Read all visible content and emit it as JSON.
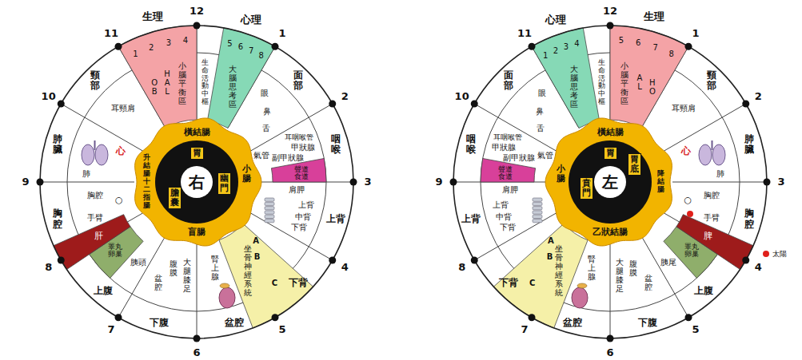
{
  "diagram": {
    "nodes": [
      {
        "text": [
          "橫結腸",
          "小腸",
          "盲腸",
          "升結腸十二指腸"
        ]
      },
      {
        "text": [
          "右"
        ],
        "in": 0
      },
      {
        "text": [
          "胃"
        ],
        "in": 0
      },
      {
        "text": [
          "幽門"
        ],
        "in": 0
      },
      {
        "text": [
          "膽囊"
        ],
        "in": 0
      },
      {
        "text": [
          "耳頸肩"
        ]
      },
      {
        "text": [
          "小腦平衡區"
        ]
      },
      {
        "text": [
          "生命活動中樞"
        ]
      },
      {
        "text": [
          "大腦思考區"
        ]
      },
      {
        "text": [
          "眼"
        ]
      },
      {
        "text": [
          "鼻"
        ]
      },
      {
        "text": [
          "舌"
        ]
      },
      {
        "text": [
          "耳咽喉管"
        ]
      },
      {
        "text": [
          "氣管"
        ]
      },
      {
        "text": [
          "副甲狀腺"
        ]
      },
      {
        "text": [
          "甲狀腺"
        ]
      },
      {
        "text": [
          "聲道 食道"
        ]
      },
      {
        "text": [
          "肩胛"
        ]
      },
      {
        "text": [
          "上背"
        ]
      },
      {
        "text": [
          "中背"
        ]
      },
      {
        "text": [
          "下背"
        ]
      },
      {
        "text": [
          "坐骨神經系統"
        ]
      },
      {
        "text": [
          "腎上腺"
        ]
      },
      {
        "text": [
          "大腿膝足"
        ]
      },
      {
        "text": [
          "腹膜"
        ]
      },
      {
        "text": [
          "盆腔"
        ]
      },
      {
        "text": [
          "胰頭"
        ]
      },
      {
        "text": [
          "睪丸 卵巢"
        ]
      },
      {
        "text": [
          "肝"
        ]
      },
      {
        "text": [
          "手臂"
        ]
      },
      {
        "text": [
          "胸腔"
        ]
      },
      {
        "text": [
          "肺"
        ]
      },
      {
        "text": [
          "橫結腸",
          "小腸",
          "乙狀結腸",
          "降結腸"
        ]
      },
      {
        "text": [
          "左"
        ],
        "in": 32
      },
      {
        "text": [
          "胃"
        ],
        "in": 32
      },
      {
        "text": [
          "胃底"
        ],
        "in": 32
      },
      {
        "text": [
          "賁門"
        ],
        "in": 32
      },
      {
        "text": [
          "耳頸肩"
        ]
      },
      {
        "text": [
          "小腦平衡區"
        ]
      },
      {
        "text": [
          "生命活動中樞"
        ]
      },
      {
        "text": [
          "大腦思考區"
        ]
      },
      {
        "text": [
          "眼"
        ]
      },
      {
        "text": [
          "鼻"
        ]
      },
      {
        "text": [
          "舌"
        ]
      },
      {
        "text": [
          "耳咽喉管"
        ]
      },
      {
        "text": [
          "氣管"
        ]
      },
      {
        "text": [
          "副甲狀腺"
        ]
      },
      {
        "text": [
          "甲狀腺"
        ]
      },
      {
        "text": [
          "聲道 食道"
        ]
      },
      {
        "text": [
          "肩胛"
        ]
      },
      {
        "text": [
          "上背"
        ]
      },
      {
        "text": [
          "中背"
        ]
      },
      {
        "text": [
          "下背"
        ]
      },
      {
        "text": [
          "坐骨神經系統"
        ]
      },
      {
        "text": [
          "腎上腺"
        ]
      },
      {
        "text": [
          "大腿膝足"
        ]
      },
      {
        "text": [
          "腹膜"
        ]
      },
      {
        "text": [
          "盆腔"
        ]
      },
      {
        "text": [
          "胰尾"
        ]
      },
      {
        "text": [
          "睪丸 卵巢"
        ]
      },
      {
        "text": [
          "脾"
        ]
      },
      {
        "text": [
          "手臂"
        ]
      },
      {
        "text": [
          "胸腔"
        ]
      },
      {
        "text": [
          "肺"
        ]
      }
    ],
    "labels": [
      "生理",
      "心理",
      "頸部",
      "面部",
      "肺臟",
      "咽喉",
      "胸腔",
      "上背",
      "上腹",
      "下背",
      "下腹",
      "盆腔",
      "1",
      "2",
      "3",
      "4",
      "5",
      "6",
      "7",
      "8",
      "9",
      "10",
      "11",
      "12",
      "1",
      "2",
      "3",
      "4",
      "5",
      "6",
      "7",
      "8",
      "OB",
      "HAL",
      "A",
      "B",
      "C",
      "○",
      "心",
      "生理",
      "心理",
      "頸部",
      "面部",
      "肺臟",
      "咽喉",
      "胸腔",
      "上背",
      "上腹",
      "下背",
      "下腹",
      "盆腔",
      "1",
      "2",
      "3",
      "4",
      "5",
      "6",
      "7",
      "8",
      "9",
      "10",
      "11",
      "12",
      "8",
      "7",
      "6",
      "5",
      "4",
      "3",
      "2",
      "1",
      "HO",
      "AL",
      "A",
      "B",
      "C",
      "○",
      "心",
      "太陽"
    ]
  }
}
